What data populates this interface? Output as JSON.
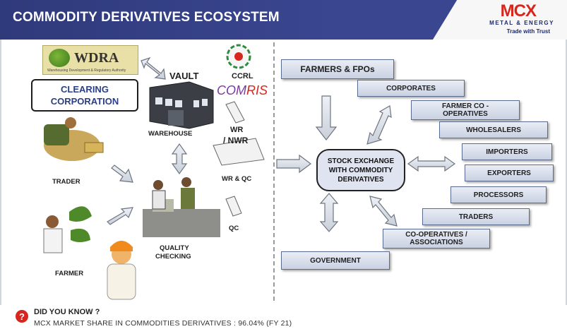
{
  "header": {
    "title": "COMMODITY DERIVATIVES ECOSYSTEM",
    "logo_main": "MCX",
    "logo_sub": "METAL & ENERGY",
    "logo_tagline": "Trade with Trust"
  },
  "left_panel": {
    "wdra": {
      "name": "WDRA",
      "subtitle": "Warehousing Development & Regulatory Authority"
    },
    "clearing": "CLEARING\nCORPORATION",
    "vault": "VAULT",
    "warehouse": "WAREHOUSE",
    "ccrl": "CCRL",
    "comris_a": "COM",
    "comris_b": "RIS",
    "wr_nwr_1": "WR",
    "wr_nwr_2": "/ NWR",
    "wr_qc": "WR & QC",
    "qc": "QC",
    "trader": "TRADER",
    "quality": "QUALITY",
    "checking": "CHECKING",
    "farmer": "FARMER"
  },
  "right_panel": {
    "farmers": "FARMERS & FPOs",
    "exchange": "STOCK EXCHANGE\nWITH COMMODITY\nDERIVATIVES",
    "participants": [
      "CORPORATES",
      "FARMER CO -\nOPERATIVES",
      "WHOLESALERS",
      "IMPORTERS",
      "EXPORTERS",
      "PROCESSORS",
      "TRADERS",
      "CO-OPERATIVES /\nASSOCIATIONS"
    ],
    "government": "GOVERNMENT"
  },
  "footer": {
    "icon": "?",
    "heading": "DID YOU KNOW ?",
    "fact": "MCX MARKET SHARE IN COMMODITIES DERIVATIVES : 96.04% (FY 21)"
  },
  "colors": {
    "header_bg": "#3a4690",
    "logo_red": "#d7261e",
    "box_fill": "#c9d1e2",
    "box_border": "#5b6b8e"
  }
}
